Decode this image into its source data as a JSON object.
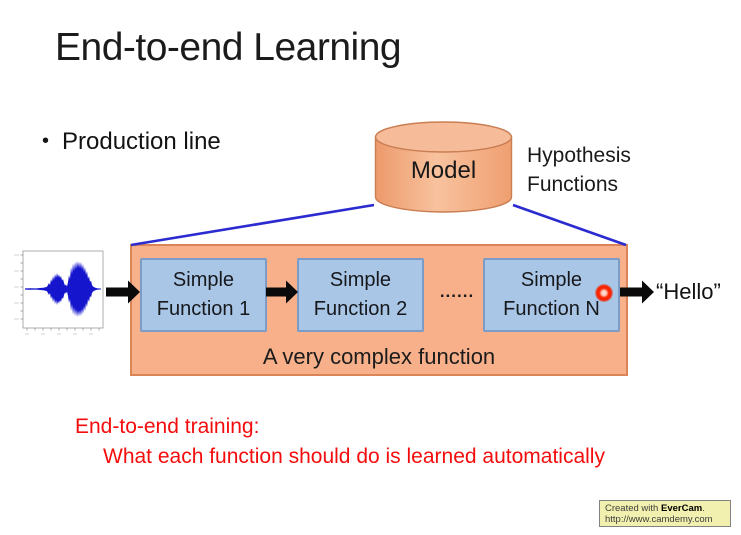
{
  "slide": {
    "title": "End-to-end Learning",
    "bullet_glyph": "•",
    "bullet_text": "Production line"
  },
  "diagram": {
    "model_label": "Model",
    "hypothesis_line1": "Hypothesis",
    "hypothesis_line2": "Functions",
    "functions": [
      {
        "line1": "Simple",
        "line2": "Function 1"
      },
      {
        "line1": "Simple",
        "line2": "Function 2"
      },
      {
        "line1": "Simple",
        "line2": "Function N"
      }
    ],
    "dots": "......",
    "complex_label": "A very complex function",
    "output_label": "“Hello”"
  },
  "notes": {
    "line1": "End-to-end training:",
    "line2": "What each function should do is learned automatically"
  },
  "badge": {
    "prefix": "Created with ",
    "brand": "EverCam",
    "suffix": ".",
    "url": "http://www.camdemy.com"
  },
  "colors": {
    "container_fill": "#F7B089",
    "container_border": "#DB8457",
    "function_fill": "#A9C6E6",
    "function_border": "#7B9CC7",
    "cylinder_fill": "#F2A679",
    "connector_blue": "#2B2BD0",
    "arrow_black": "#0a0a0a",
    "note_red": "#F40D0D",
    "laser_red": "#FF2600",
    "badge_bg": "#F2F0AE",
    "waveform_blue": "#1515CD"
  }
}
